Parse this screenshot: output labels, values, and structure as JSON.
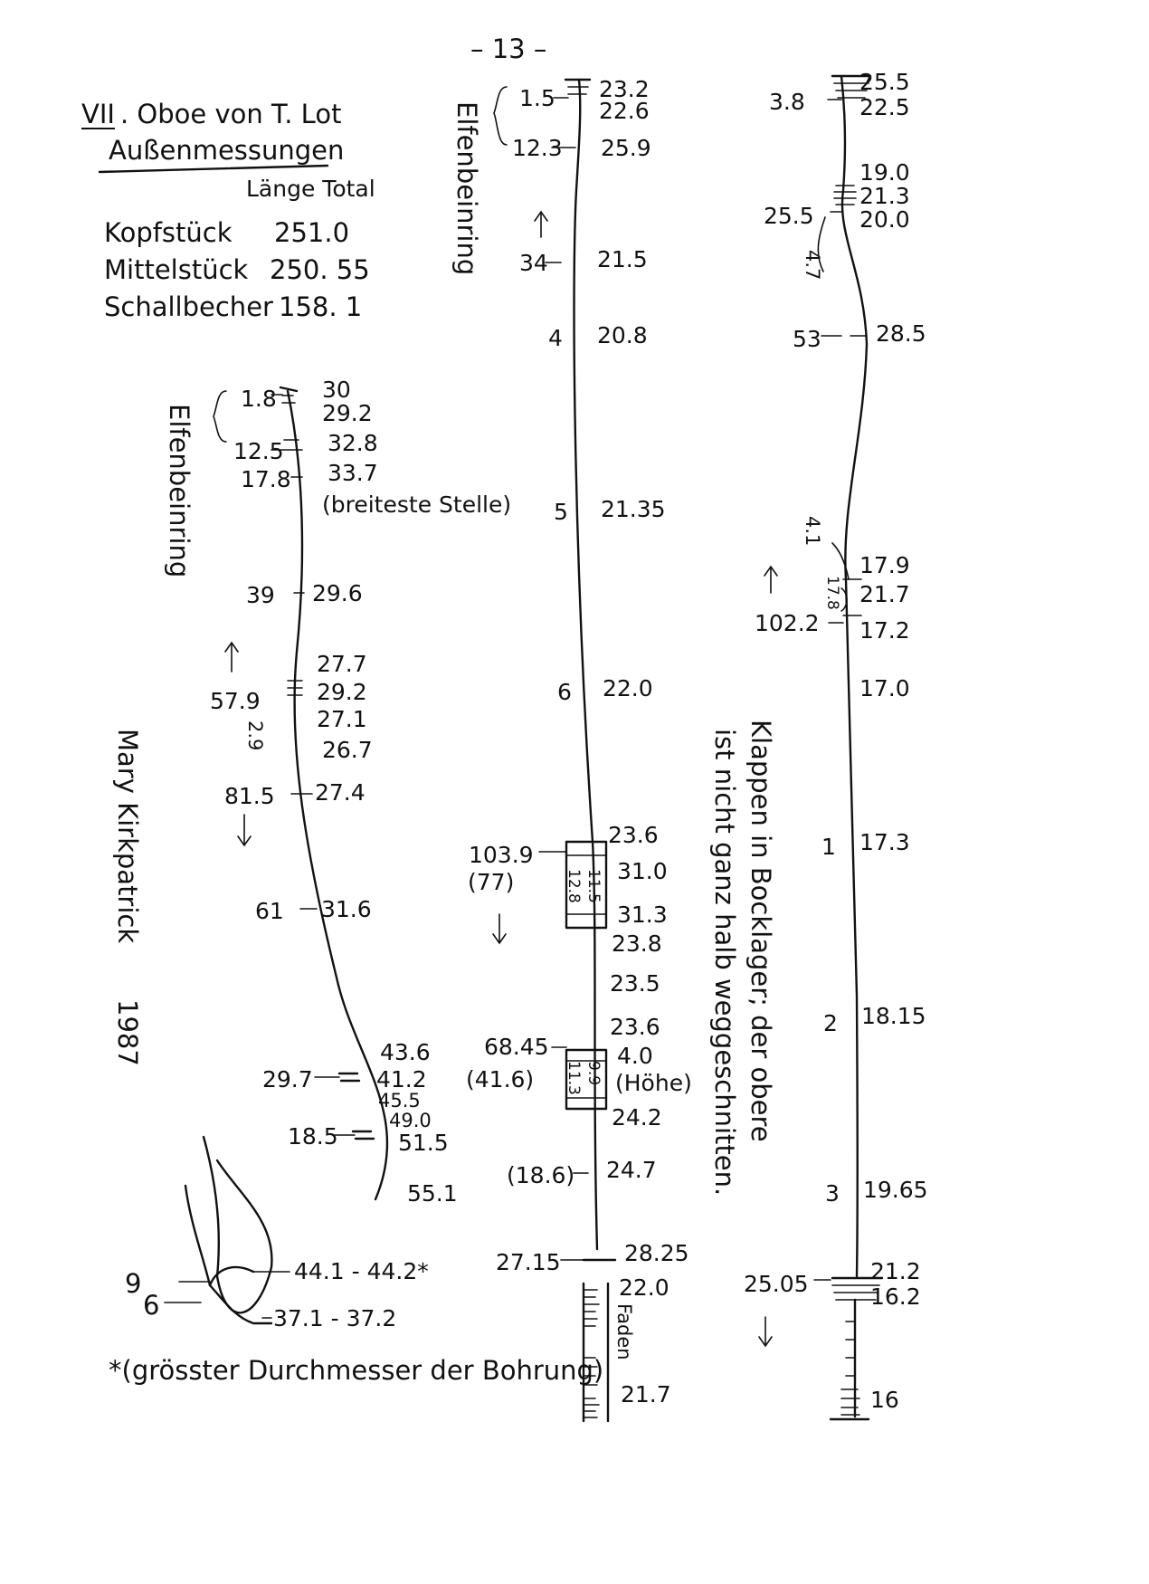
{
  "page_number": "– 13 –",
  "heading": {
    "roman": "VII",
    "title": ". Oboe von T. Lot",
    "subtitle": "Außenmessungen",
    "length_label": "Länge Total"
  },
  "lengths": [
    {
      "part": "Kopfstück",
      "value": "251.0"
    },
    {
      "part": "Mittelstück",
      "value": "250. 55"
    },
    {
      "part": "Schallbecher",
      "value": "158. 1"
    }
  ],
  "side_note": [
    "Mary Kirkpatrick",
    "1987"
  ],
  "footnote": "*(grösster Durchmesser der Bohrung)",
  "vertical_note": [
    "Klappen in Bocklager; der obere",
    "ist nicht ganz halb weggeschnitten."
  ],
  "head_joint": {
    "ring_label": "Elfenbeinring",
    "labels": {
      "l1": "1.8",
      "r1": "30",
      "r2": "29.2",
      "l2": "12.5",
      "r3": "32.8",
      "l3": "17.8",
      "r4": "33.7",
      "note": "(breiteste Stelle)",
      "l4": "39",
      "r5": "29.6",
      "l5": "57.9",
      "r6": "27.7",
      "r7": "29.2",
      "r8": "27.1",
      "r9": "26.7",
      "hole": "2.9",
      "l6": "81.5",
      "r10": "27.4",
      "l7": "61",
      "r11": "31.6",
      "l8": "29.7",
      "r12": "43.6",
      "r13": "41.2",
      "r14": "45.5",
      "l9": "18.5",
      "r15": "49.0",
      "r16": "51.5",
      "r17": "55.1"
    },
    "detail": {
      "a": "9",
      "b": "6",
      "d1": "44.1 - 44.2*",
      "d2": "37.1 - 37.2"
    }
  },
  "middle_joint": {
    "ring_label": "Elfenbeinring",
    "labels": {
      "l1": "1.5",
      "r1": "23.2",
      "r2": "22.6",
      "l2": "12.3",
      "r3": "25.9",
      "l3": "34",
      "r4": "21.5",
      "m4": "4",
      "r5": "20.8",
      "m5": "5",
      "r6": "21.35",
      "m6": "6",
      "r7": "22.0",
      "l4": "103.9",
      "l4b": "(77)",
      "r8": "23.6",
      "r9": "31.0",
      "k1": "11.5",
      "k2": "12.8",
      "r10": "31.3",
      "r11": "23.8",
      "r12": "23.5",
      "r13": "23.6",
      "l5": "68.45",
      "l5b": "(41.6)",
      "k3": "9.9",
      "k4": "11.3",
      "r14": "4.0",
      "r15": "(Höhe)",
      "r16": "24.2",
      "l6": "(18.6)",
      "r17": "24.7",
      "l7": "27.15",
      "r18": "28.25",
      "r19": "22.0",
      "thread": "Faden",
      "r20": "21.7"
    }
  },
  "bell_joint": {
    "labels": {
      "l1": "3.8",
      "r1": "25.5",
      "r2": "22.5",
      "r3": "19.0",
      "r4": "21.3",
      "l2": "25.5",
      "r5": "20.0",
      "hole": "4.7",
      "l3": "53",
      "r6": "28.5",
      "hole2": "4.1",
      "r7": "17.9",
      "k": "17.8",
      "r8": "21.7",
      "l4": "102.2",
      "r9": "17.2",
      "r10": "17.0",
      "m1": "1",
      "r11": "17.3",
      "m2": "2",
      "r12": "18.15",
      "m3": "3",
      "r13": "19.65",
      "l5": "25.05",
      "r14": "21.2",
      "r15": "16.2",
      "r16": "16"
    }
  }
}
